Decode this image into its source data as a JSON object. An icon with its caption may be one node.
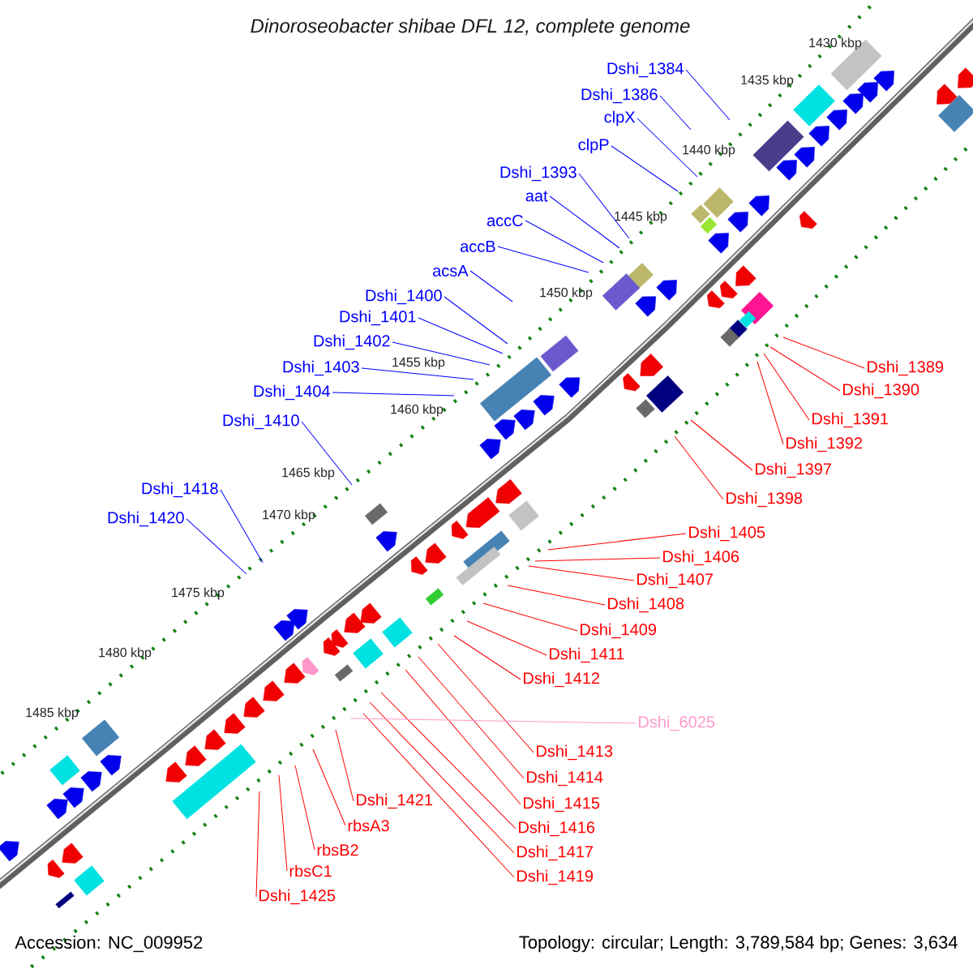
{
  "diagram": {
    "title": "Dinoroseobacter shibae DFL 12, complete genome",
    "nodes": [
      {
        "text": [
          "Dshi_1384"
        ]
      },
      {
        "text": [
          "Dshi_1386"
        ]
      },
      {
        "text": [
          "clpX"
        ]
      },
      {
        "text": [
          "clpP"
        ]
      },
      {
        "text": [
          "Dshi_1393"
        ]
      },
      {
        "text": [
          "aat"
        ]
      },
      {
        "text": [
          "accC"
        ]
      },
      {
        "text": [
          "accB"
        ]
      },
      {
        "text": [
          "acsA"
        ]
      },
      {
        "text": [
          "Dshi_1400"
        ]
      },
      {
        "text": [
          "Dshi_1401"
        ]
      },
      {
        "text": [
          "Dshi_1402"
        ]
      },
      {
        "text": [
          "Dshi_1403"
        ]
      },
      {
        "text": [
          "Dshi_1404"
        ]
      },
      {
        "text": [
          "Dshi_1410"
        ]
      },
      {
        "text": [
          "Dshi_1418"
        ]
      },
      {
        "text": [
          "Dshi_1420"
        ]
      },
      {
        "text": [
          "Dshi_1389"
        ]
      },
      {
        "text": [
          "Dshi_1390"
        ]
      },
      {
        "text": [
          "Dshi_1391"
        ]
      },
      {
        "text": [
          "Dshi_1392"
        ]
      },
      {
        "text": [
          "Dshi_1397"
        ]
      },
      {
        "text": [
          "Dshi_1398"
        ]
      },
      {
        "text": [
          "Dshi_1405"
        ]
      },
      {
        "text": [
          "Dshi_1406"
        ]
      },
      {
        "text": [
          "Dshi_1407"
        ]
      },
      {
        "text": [
          "Dshi_1408"
        ]
      },
      {
        "text": [
          "Dshi_1409"
        ]
      },
      {
        "text": [
          "Dshi_1411"
        ]
      },
      {
        "text": [
          "Dshi_1412"
        ]
      },
      {
        "text": [
          "Dshi_1413"
        ]
      },
      {
        "text": [
          "Dshi_1414"
        ]
      },
      {
        "text": [
          "Dshi_1415"
        ]
      },
      {
        "text": [
          "Dshi_1416"
        ]
      },
      {
        "text": [
          "Dshi_1417"
        ]
      },
      {
        "text": [
          "Dshi_1419"
        ]
      },
      {
        "text": [
          "Dshi_6025"
        ]
      },
      {
        "text": [
          "Dshi_1421"
        ]
      },
      {
        "text": [
          "rbsA3"
        ]
      },
      {
        "text": [
          "rbsB2"
        ]
      },
      {
        "text": [
          "rbsC1"
        ]
      },
      {
        "text": [
          "Dshi_1425"
        ]
      }
    ],
    "edges": [
      {
        "from": 0,
        "to": null,
        "arrow": "none",
        "color": "#0000ff"
      },
      {
        "from": 1,
        "to": null,
        "arrow": "none",
        "color": "#0000ff"
      },
      {
        "from": 2,
        "to": null,
        "arrow": "none",
        "color": "#0000ff"
      },
      {
        "from": 3,
        "to": null,
        "arrow": "none",
        "color": "#0000ff"
      },
      {
        "from": 4,
        "to": null,
        "arrow": "none",
        "color": "#0000ff"
      },
      {
        "from": 5,
        "to": null,
        "arrow": "none",
        "color": "#0000ff"
      },
      {
        "from": 6,
        "to": null,
        "arrow": "none",
        "color": "#0000ff"
      },
      {
        "from": 7,
        "to": null,
        "arrow": "none",
        "color": "#0000ff"
      },
      {
        "from": 8,
        "to": null,
        "arrow": "none",
        "color": "#0000ff"
      },
      {
        "from": 9,
        "to": null,
        "arrow": "none",
        "color": "#0000ff"
      },
      {
        "from": 10,
        "to": null,
        "arrow": "none",
        "color": "#0000ff"
      },
      {
        "from": 11,
        "to": null,
        "arrow": "none",
        "color": "#0000ff"
      },
      {
        "from": 12,
        "to": null,
        "arrow": "none",
        "color": "#0000ff"
      },
      {
        "from": 13,
        "to": null,
        "arrow": "none",
        "color": "#0000ff"
      },
      {
        "from": 14,
        "to": null,
        "arrow": "none",
        "color": "#0000ff"
      },
      {
        "from": 15,
        "to": null,
        "arrow": "none",
        "color": "#0000ff"
      },
      {
        "from": 16,
        "to": null,
        "arrow": "none",
        "color": "#0000ff"
      },
      {
        "from": 17,
        "to": null,
        "arrow": "none"
      },
      {
        "from": 18,
        "to": null,
        "arrow": "none"
      },
      {
        "from": 19,
        "to": null,
        "arrow": "none"
      },
      {
        "from": 20,
        "to": null,
        "arrow": "none"
      },
      {
        "from": 21,
        "to": null,
        "arrow": "none"
      },
      {
        "from": 22,
        "to": null,
        "arrow": "none"
      },
      {
        "from": 23,
        "to": null,
        "arrow": "none"
      },
      {
        "from": 24,
        "to": null,
        "arrow": "none"
      },
      {
        "from": 25,
        "to": null,
        "arrow": "none"
      },
      {
        "from": 26,
        "to": null,
        "arrow": "none"
      },
      {
        "from": 27,
        "to": null,
        "arrow": "none"
      },
      {
        "from": 28,
        "to": null,
        "arrow": "none"
      },
      {
        "from": 29,
        "to": null,
        "arrow": "none"
      },
      {
        "from": 30,
        "to": null,
        "arrow": "none"
      },
      {
        "from": 31,
        "to": null,
        "arrow": "none"
      },
      {
        "from": 32,
        "to": null,
        "arrow": "none"
      },
      {
        "from": 33,
        "to": null,
        "arrow": "none"
      },
      {
        "from": 34,
        "to": null,
        "arrow": "none"
      },
      {
        "from": 35,
        "to": null,
        "arrow": "none"
      },
      {
        "from": 36,
        "to": null,
        "arrow": "none",
        "color": "#ff99cc"
      },
      {
        "from": 37,
        "to": null,
        "arrow": "none"
      },
      {
        "from": 38,
        "to": null,
        "arrow": "none"
      },
      {
        "from": 39,
        "to": null,
        "arrow": "none"
      },
      {
        "from": 40,
        "to": null,
        "arrow": "none"
      },
      {
        "from": 41,
        "to": null,
        "arrow": "none"
      }
    ],
    "labels": [
      "1430 kbp",
      "1435 kbp",
      "1440 kbp",
      "1445 kbp",
      "1450 kbp",
      "1455 kbp",
      "1460 kbp",
      "1465 kbp",
      "1470 kbp",
      "1475 kbp",
      "1480 kbp",
      "1485 kbp",
      "Accession: NC_009952",
      "Topology: circular; Length: 3,789,584 bp; Genes: 3,634"
    ]
  }
}
